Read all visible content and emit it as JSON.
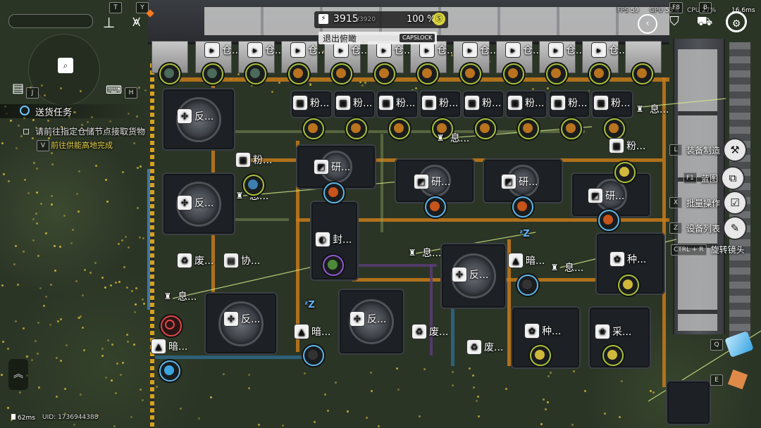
{
  "hud": {
    "power_value": "3915",
    "power_max": "/3920",
    "power_percent": "100 %",
    "exit_overview": "退出俯瞰",
    "exit_key": "CAPSLOCK",
    "fps_label": "FPS",
    "fps_value": "59",
    "gpu_label": "GPU",
    "gpu_value": "53",
    "gpu_unit": "%",
    "cpu_label": "CPU",
    "cpu_value": "27",
    "cpu_unit": "%",
    "frame_value": "16.6",
    "frame_unit": "ms",
    "key_f8": "F8",
    "key_b": "B",
    "key_t": "T",
    "key_y": "Y",
    "key_j": "J",
    "key_h": "H",
    "key_q": "Q",
    "key_e": "E"
  },
  "quest": {
    "title": "送货任务",
    "line1": "请前往指定仓储节点接取货物",
    "sub_key": "V",
    "line2": "前往供能高地完成"
  },
  "right_menu": [
    {
      "key": "L",
      "label": "装备制造",
      "icon": "hammer-icon"
    },
    {
      "key": "F1",
      "label": "蓝图",
      "icon": "blueprint-icon"
    },
    {
      "key": "X",
      "label": "批量操作",
      "icon": "batch-icon"
    },
    {
      "key": "Z",
      "label": "设备列表",
      "icon": "wrench-icon"
    },
    {
      "key": "CTRL + R",
      "label": "旋转镜头",
      "icon": "rotate-icon"
    }
  ],
  "footer": {
    "ping": "62ms",
    "uid": "UID: 1736944388"
  },
  "storage_labels": [
    "仓...",
    "仓...",
    "仓...",
    "仓...",
    "仓...",
    "仓...",
    "仓...",
    "仓...",
    "仓...",
    "仓..."
  ],
  "machines": {
    "grinders": [
      "粉...",
      "粉...",
      "粉...",
      "粉...",
      "粉...",
      "粉...",
      "粉...",
      "粉..."
    ],
    "grinder_mid": "粉...",
    "grinder_right": "粉...",
    "reactors": [
      "反...",
      "反...",
      "反...",
      "反...",
      "反..."
    ],
    "research": [
      "研...",
      "研...",
      "研...",
      "研..."
    ],
    "info": [
      "息...",
      "息...",
      "息...",
      "息...",
      "息...",
      "息..."
    ],
    "seal": "封...",
    "coop": "协...",
    "waste": [
      "废...",
      "废...",
      "废..."
    ],
    "dark": [
      "暗...",
      "暗...",
      "暗..."
    ],
    "plant": [
      "种...",
      "种..."
    ],
    "harvest": "采..."
  }
}
